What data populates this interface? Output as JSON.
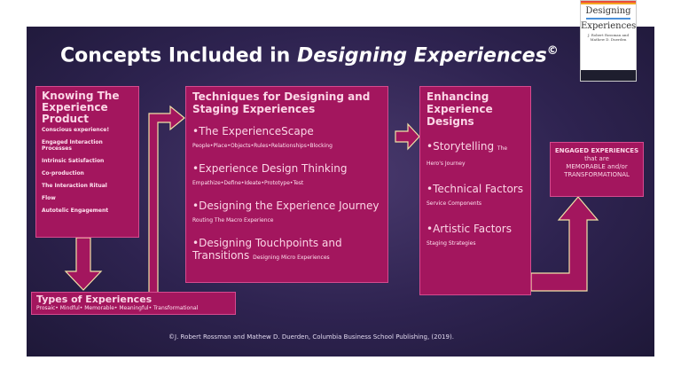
{
  "title": {
    "prefix": "Concepts Included in ",
    "emph": "Designing Experiences",
    "mark": "©"
  },
  "product": {
    "heading": "Knowing The Experience Product",
    "items": [
      "Conscious experience!",
      "Engaged Interaction Processes",
      "Intrinsic Satisfaction",
      "Co-production",
      "The Interaction Ritual",
      "Flow",
      "Autotelic Engagement"
    ]
  },
  "techniques": {
    "heading": "Techniques for Designing and Staging Experiences",
    "items": [
      {
        "main": "•The ExperienceScape",
        "sub": "People•Place•Objects•Rules•Relationships•Blocking"
      },
      {
        "main": "•Experience Design Thinking",
        "sub": "Empathize•Define•Ideate•Prototype•Test"
      },
      {
        "main": "•Designing the Experience Journey",
        "sub": "Routing The Macro Experience"
      },
      {
        "main": "•Designing Touchpoints and Transitions",
        "sub": "Designing Micro Experiences"
      }
    ]
  },
  "enhancing": {
    "heading": "Enhancing Experience Designs",
    "items": [
      {
        "main": "•Storytelling",
        "sub": "The Hero's Journey"
      },
      {
        "main": "•Technical Factors",
        "sub": "Service Components"
      },
      {
        "main": "•Artistic Factors",
        "sub": "Staging Strategies"
      }
    ]
  },
  "engaged": {
    "line1": "ENGAGED EXPERIENCES",
    "line2": "that are",
    "line3": "MEMORABLE and/or TRANSFORMATIONAL"
  },
  "types": {
    "heading": "Types of Experiences",
    "sub": "Prosaic• Mindful• Memorable• Meaningful• Transformational"
  },
  "footer": "©J. Robert Rossman and Mathew D. Duerden, Columbia Business School Publishing, (2019).",
  "book": {
    "title1": "Designing",
    "title2": "Experiences",
    "authors": "J. Robert Rossman and Mathew D. Duerden"
  },
  "colors": {
    "box": "#a3165e",
    "box_border": "#d64a8f",
    "arrow_fill": "#a3165e",
    "arrow_stroke": "#f2e2a8"
  }
}
